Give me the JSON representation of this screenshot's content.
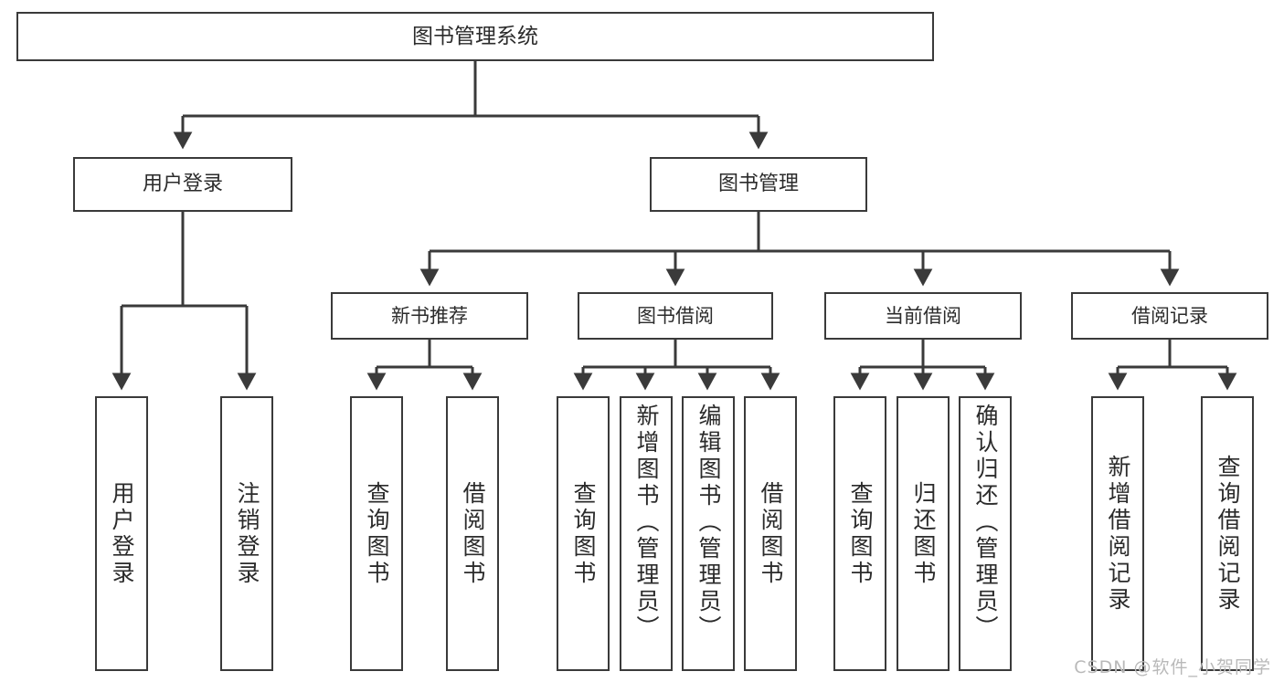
{
  "diagram": {
    "title": "图书管理系统",
    "type": "tree-hierarchy-chart",
    "watermark": "CSDN @软件_小贺同学",
    "colors": {
      "box_border": "#3a3a3a",
      "box_fill": "#ffffff",
      "connector": "#3a3a3a",
      "text": "#2b2b2b",
      "watermark": "#b9b9b9",
      "background": "#ffffff"
    }
  },
  "root": {
    "label": "图书管理系统"
  },
  "level2": [
    {
      "id": "user-login",
      "label": "用户登录"
    },
    {
      "id": "book-management",
      "label": "图书管理"
    }
  ],
  "level3": [
    {
      "id": "new-book-recommend",
      "label": "新书推荐"
    },
    {
      "id": "book-borrow",
      "label": "图书借阅"
    },
    {
      "id": "current-borrow",
      "label": "当前借阅"
    },
    {
      "id": "borrow-record",
      "label": "借阅记录"
    }
  ],
  "leaves": {
    "user_login": [
      {
        "id": "leaf-user-login",
        "label": "用户登录"
      },
      {
        "id": "leaf-logout-login",
        "label": "注销登录"
      }
    ],
    "new_book_recommend": [
      {
        "id": "leaf-query-book-1",
        "label": "查询图书"
      },
      {
        "id": "leaf-borrow-book-1",
        "label": "借阅图书"
      }
    ],
    "book_borrow": [
      {
        "id": "leaf-query-book-2",
        "label": "查询图书"
      },
      {
        "id": "leaf-add-book-admin",
        "label": "新增图书（管理员）"
      },
      {
        "id": "leaf-edit-book-admin",
        "label": "编辑图书（管理员）"
      },
      {
        "id": "leaf-borrow-book-2",
        "label": "借阅图书"
      }
    ],
    "current_borrow": [
      {
        "id": "leaf-query-book-3",
        "label": "查询图书"
      },
      {
        "id": "leaf-return-book",
        "label": "归还图书"
      },
      {
        "id": "leaf-confirm-return-admin",
        "label": "确认归还（管理员）"
      }
    ],
    "borrow_record": [
      {
        "id": "leaf-add-borrow-record",
        "label": "新增借阅记录"
      },
      {
        "id": "leaf-query-borrow-record",
        "label": "查询借阅记录"
      }
    ]
  }
}
